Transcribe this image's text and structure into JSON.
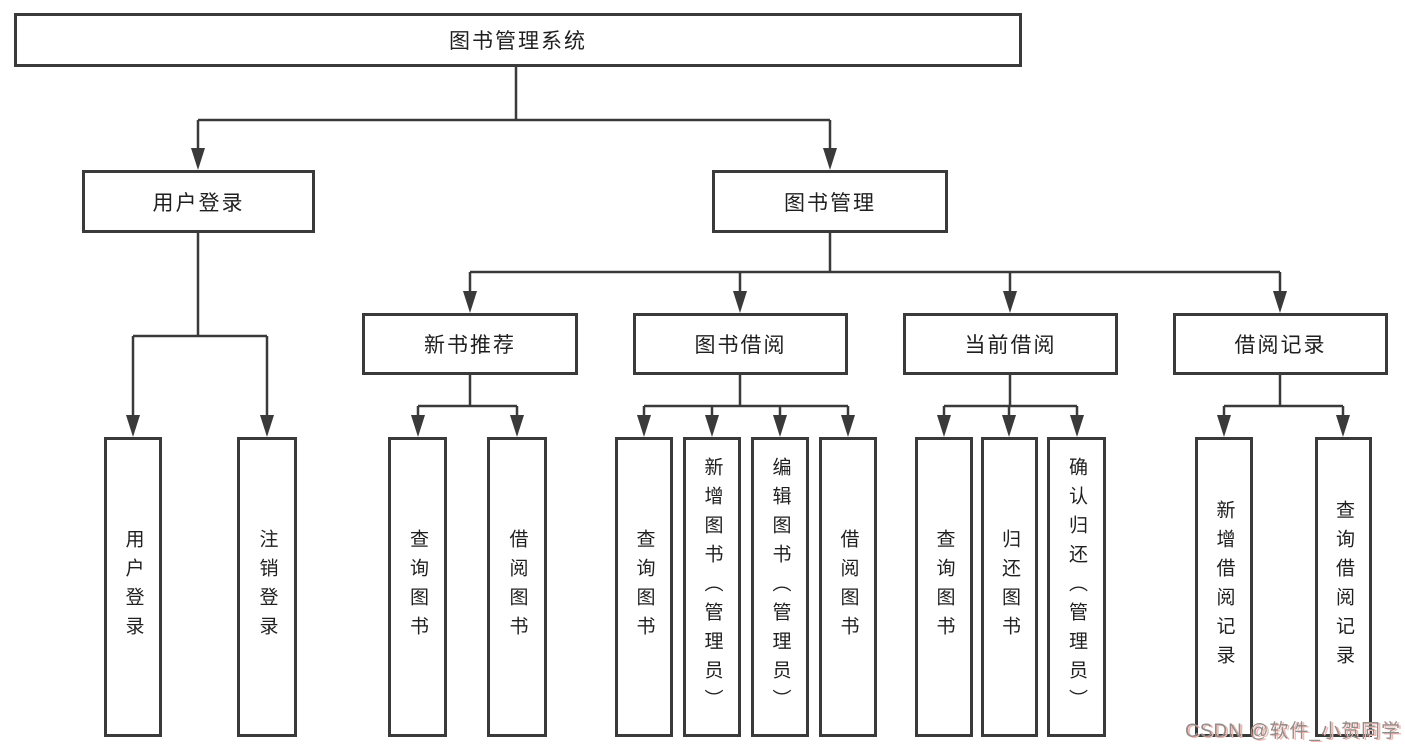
{
  "diagram": {
    "root": {
      "label": "图书管理系统"
    },
    "level2": [
      {
        "label": "用户登录"
      },
      {
        "label": "图书管理"
      }
    ],
    "level3": [
      {
        "label": "新书推荐"
      },
      {
        "label": "图书借阅"
      },
      {
        "label": "当前借阅"
      },
      {
        "label": "借阅记录"
      }
    ],
    "leaves": [
      {
        "label": "用户登录"
      },
      {
        "label": "注销登录"
      },
      {
        "label": "查询图书"
      },
      {
        "label": "借阅图书"
      },
      {
        "label": "查询图书"
      },
      {
        "label": "新增图书（管理员）"
      },
      {
        "label": "编辑图书（管理员）"
      },
      {
        "label": "借阅图书"
      },
      {
        "label": "查询图书"
      },
      {
        "label": "归还图书"
      },
      {
        "label": "确认归还（管理员）"
      },
      {
        "label": "新增借阅记录"
      },
      {
        "label": "查询借阅记录"
      }
    ]
  },
  "watermark": {
    "text": "CSDN @软件_小贺同学"
  },
  "colors": {
    "line": "#3a3a3a",
    "box_border": "#3a3a3a",
    "box_fill": "#ffffff",
    "text": "#1f1f1f",
    "watermark_gray": "#8f8f8f",
    "watermark_red_shadow": "#f3b7ad",
    "background": "#ffffff"
  }
}
